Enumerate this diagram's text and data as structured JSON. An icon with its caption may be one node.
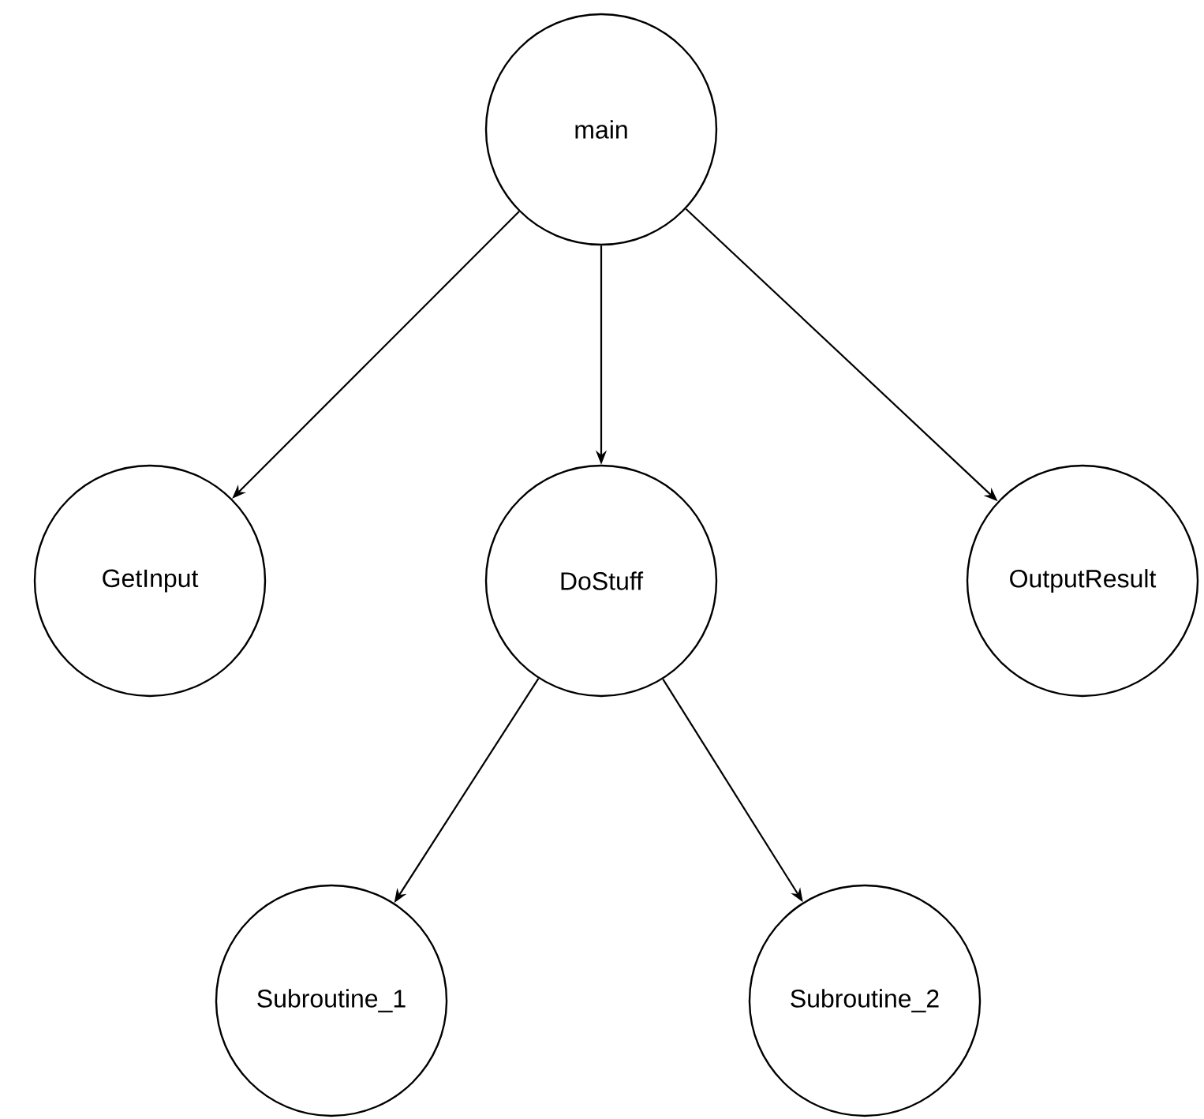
{
  "diagram": {
    "nodes": [
      {
        "text": [
          "main"
        ]
      },
      {
        "text": [
          "GetInput"
        ]
      },
      {
        "text": [
          "DoStuff"
        ]
      },
      {
        "text": [
          "OutputResult"
        ]
      },
      {
        "text": [
          "Subroutine_1"
        ]
      },
      {
        "text": [
          "Subroutine_2"
        ]
      }
    ],
    "edges": [
      {
        "from": 0,
        "to": 1,
        "arrow": "to"
      },
      {
        "from": 0,
        "to": 2,
        "arrow": "to"
      },
      {
        "from": 0,
        "to": 3,
        "arrow": "to"
      },
      {
        "from": 2,
        "to": 4,
        "arrow": "to"
      },
      {
        "from": 2,
        "to": 5,
        "arrow": "to"
      }
    ]
  }
}
